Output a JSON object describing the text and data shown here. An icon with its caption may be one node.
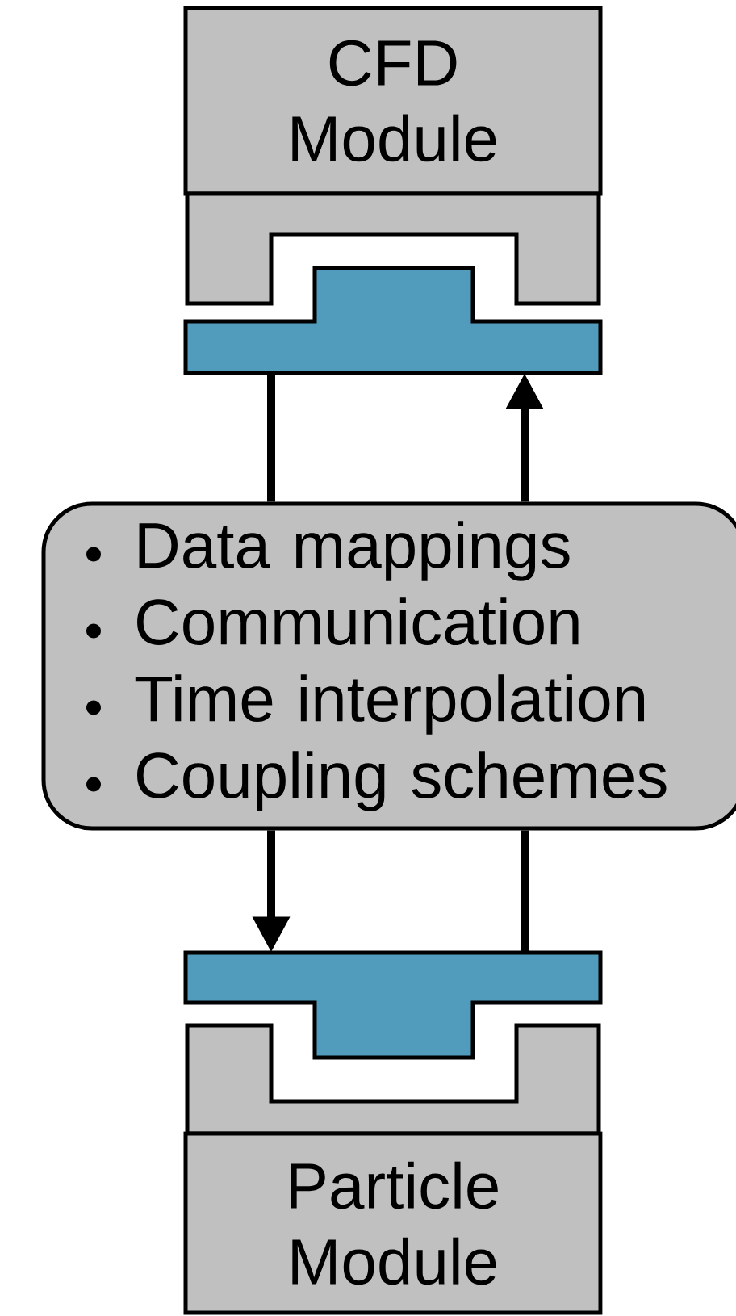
{
  "diagram": {
    "nodes": [
      {
        "text": [
          "CFD Module"
        ]
      },
      {
        "text": [],
        "shape": "box"
      },
      {
        "text": [],
        "shape": "box"
      },
      {
        "text": [
          "Data mappings",
          "Communication",
          "Time interpolation",
          "Coupling schemes"
        ]
      },
      {
        "text": [],
        "shape": "box"
      },
      {
        "text": [],
        "shape": "box"
      },
      {
        "text": [
          "Particle Module"
        ]
      }
    ],
    "edges": [
      {
        "from": 2,
        "to": 3,
        "arrow": "none"
      },
      {
        "from": 3,
        "to": 2,
        "arrow": "to"
      },
      {
        "from": 3,
        "to": 4,
        "arrow": "to"
      },
      {
        "from": 4,
        "to": 3,
        "arrow": "none"
      }
    ]
  }
}
